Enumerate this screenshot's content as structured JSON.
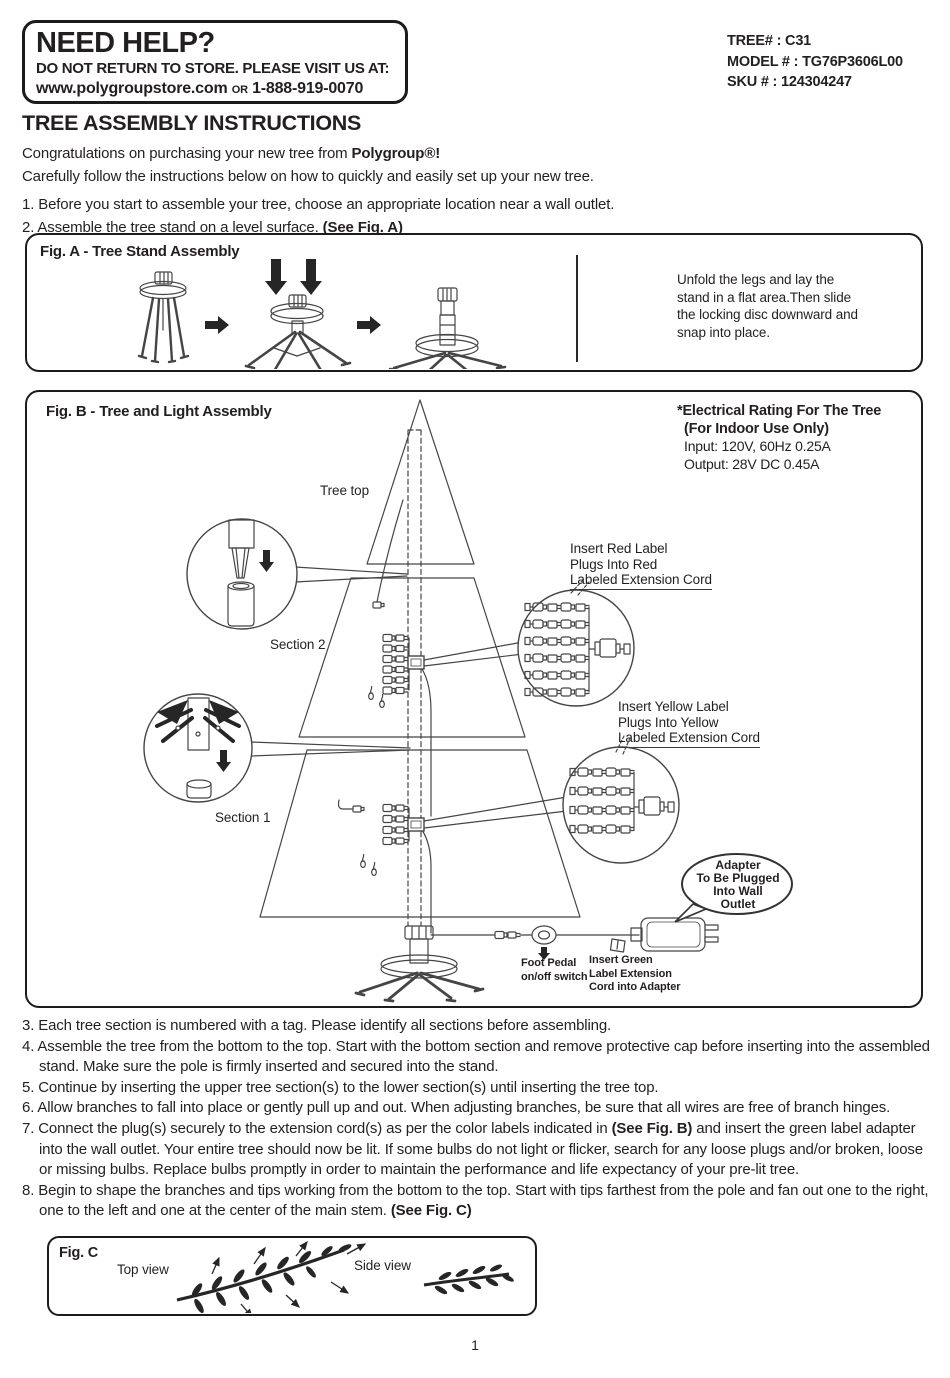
{
  "help_box": {
    "title": "NEED HELP?",
    "subtitle": "DO NOT RETURN TO STORE. PLEASE VISIT US AT:",
    "url": "www.polygroupstore.com",
    "or": "OR",
    "phone": "1-888-919-0070"
  },
  "product_info": {
    "rows": [
      {
        "label": "TREE# :",
        "value": "C31"
      },
      {
        "label": "MODEL # :",
        "value": "TG76P3606L00"
      },
      {
        "label": "SKU # :",
        "value": "124304247"
      }
    ]
  },
  "main": {
    "title": "TREE ASSEMBLY INSTRUCTIONS",
    "intro1": [
      {
        "t": "Congratulations on purchasing your new tree from "
      },
      {
        "t": "Polygroup®!",
        "b": true
      }
    ],
    "intro2": "Carefully follow the instructions below on how to quickly and easily set up your new tree.",
    "steps_top": [
      [
        {
          "t": "1. Before you start to assemble your tree, choose an appropriate location near a wall outlet."
        }
      ],
      [
        {
          "t": "2. Assemble the tree stand on a level surface. "
        },
        {
          "t": "(See Fig. A)",
          "b": true
        }
      ]
    ],
    "steps_bottom": [
      [
        {
          "t": "3. Each tree section is numbered with a tag. Please identify all sections before assembling."
        }
      ],
      [
        {
          "t": "4. Assemble the tree from the bottom to the top. Start with the bottom section and remove protective cap before inserting into the assembled stand. Make sure the pole is firmly inserted and secured into the stand."
        }
      ],
      [
        {
          "t": "5. Continue by inserting the upper tree section(s) to the lower section(s) until inserting the tree top."
        }
      ],
      [
        {
          "t": "6. Allow branches to fall into place or gently pull up and out. When adjusting branches, be sure that all wires are free of branch hinges."
        }
      ],
      [
        {
          "t": "7. Connect the plug(s) securely to the extension cord(s) as per the color labels indicated in "
        },
        {
          "t": "(See Fig. B)",
          "b": true
        },
        {
          "t": " and insert the green label adapter into the wall outlet. Your entire tree should now be lit. If some bulbs do not light or flicker, search for any loose plugs and/or broken, loose or missing bulbs. Replace bulbs promptly in order to maintain the performance and life expectancy of your pre-lit tree."
        }
      ],
      [
        {
          "t": "8. Begin to shape the branches and tips working from the bottom to the top. Start with tips farthest from the pole and fan out one to the right, one to the left and one at the center of the main stem. "
        },
        {
          "t": "(See Fig. C)",
          "b": true
        }
      ]
    ]
  },
  "fig_a": {
    "title": "Fig. A - Tree Stand Assembly",
    "description_lines": [
      "Unfold the legs and lay the",
      "stand in a flat area.Then slide",
      "the locking disc downward and",
      "snap into place."
    ]
  },
  "fig_b": {
    "title": "Fig. B - Tree and Light Assembly",
    "rating": [
      "*Electrical Rating For The Tree",
      "(For Indoor Use Only)",
      "Input: 120V, 60Hz 0.25A",
      "Output: 28V DC 0.45A"
    ],
    "tree_top": "Tree top",
    "section_2": "Section 2",
    "section_1": "Section 1",
    "red_callout": [
      "Insert Red Label",
      "Plugs Into Red",
      "Labeled Extension Cord"
    ],
    "yellow_callout": [
      "Insert Yellow Label",
      "Plugs Into Yellow",
      "Labeled Extension Cord"
    ],
    "adapter_bubble": [
      "Adapter",
      "To Be Plugged",
      "Into Wall",
      "Outlet"
    ],
    "foot_pedal": [
      "Foot Pedal",
      "on/off switch"
    ],
    "green_label": [
      "Insert Green",
      "Label Extension",
      "Cord into Adapter"
    ]
  },
  "fig_c": {
    "title": "Fig. C",
    "top_view": "Top view",
    "side_view": "Side view"
  },
  "page_number": "1"
}
